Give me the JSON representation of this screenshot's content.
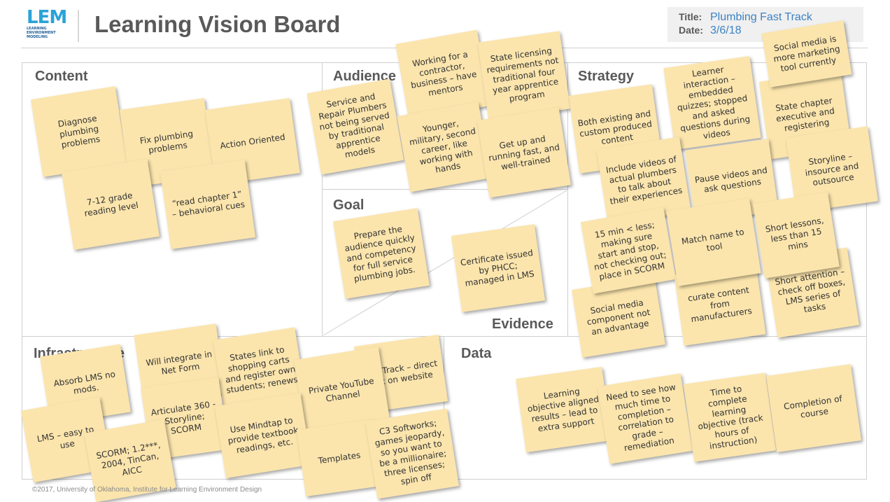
{
  "logo": {
    "mark": "LEM",
    "line1": "LEARNING",
    "line2": "ENVIRONMENT",
    "line3": "MODELING"
  },
  "title": "Learning Vision Board",
  "meta": {
    "title_label": "Title:",
    "title_value": "Plumbing Fast Track",
    "date_label": "Date:",
    "date_value": "3/6/18"
  },
  "sections": {
    "content": "Content",
    "audience": "Audience",
    "strategy": "Strategy",
    "goal": "Goal",
    "evidence": "Evidence",
    "infrastructure": "Infrastructure",
    "data": "Data"
  },
  "notes": {
    "c1": "Diagnose plumbing problems",
    "c2": "Fix plumbing problems",
    "c3": "Action Oriented",
    "c4": "7-12 grade reading level",
    "c5": "“read chapter 1” – behavioral cues",
    "a1": "Service and Repair Plumbers not being served by traditional apprentice models",
    "a2": "Working for a contractor, business – have mentors",
    "a3": "State licensing requirements not traditional four year apprentice program",
    "a4": "Younger, military, second career, like working with hands",
    "a5": "Get up and running fast, and well-trained",
    "g1": "Prepare the audience quickly and competency for full service plumbing jobs.",
    "e1": "Certificate issued by PHCC; managed in LMS",
    "s1": "Both existing and custom produced content",
    "s2": "Learner interaction – embedded quizzes; stopped and asked questions during videos",
    "s3": "Social media is more marketing tool currently",
    "s4": "State chapter executive and registering",
    "s5": "Include videos of actual plumbers to talk about their experiences",
    "s6": "Pause videos and ask questions",
    "s7": "Storyline – insource and outsource",
    "s8": "15 min < less; making sure start and stop, not checking out; place in SCORM",
    "s9": "Match name to tool",
    "s10": "Short lessons, less than 15 mins",
    "s11": "Social media component not an advantage",
    "s12": "curate content from manufacturers",
    "s13": "Short attention – check off boxes, LMS series of tasks",
    "i1": "Absorb LMS no mods.",
    "i2": "Will integrate in Net Form",
    "i3": "States link to shopping carts and register own students; renews",
    "i4": "Fast Track – direct link on website",
    "i5": "Private YouTube Channel",
    "i6": "Articulate 360 - Storyline; SCORM",
    "i7": "LMS – easy to use",
    "i8": "Use Mindtap to provide textbook readings, etc.",
    "i9": "SCORM; 1.2***, 2004, TinCan, AICC",
    "i10": "Templates",
    "i11": "C3 Softworks; games jeopardy, so you want to be a millionaire; three licenses; spin off",
    "d1": "Learning objective aligned results – lead to extra support",
    "d2": "Need to see how much time to completion – correlation to grade – remediation",
    "d3": "Time to complete learning objective (track hours of instruction)",
    "d4": "Completion of course"
  },
  "footer": "©2017, University of Oklahoma, Institute for Learning Environment Design",
  "colors": {
    "note": "#fbe5ad",
    "accent": "#2aa3d8",
    "title": "#595959",
    "meta_value": "#3b82c4"
  }
}
